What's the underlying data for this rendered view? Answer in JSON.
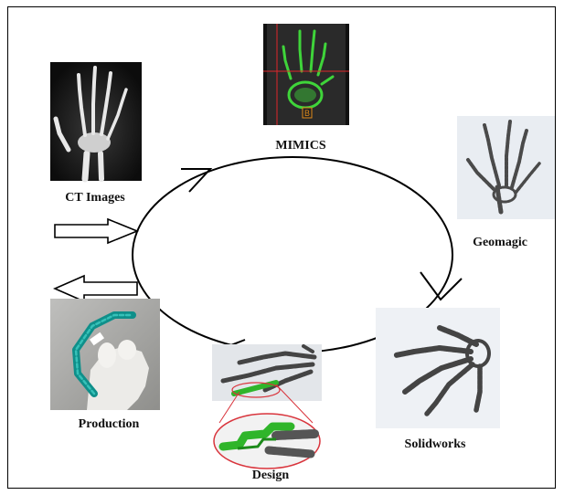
{
  "steps": {
    "ct": "CT Images",
    "mimics": "MIMICS",
    "geomagic": "Geomagic",
    "solidworks": "Solidworks",
    "design": "Design",
    "production": "Production"
  },
  "mimics_marker": "B",
  "colors": {
    "xray_bg": "#0c0c0c",
    "bone": "#e8e8e8",
    "segmentation_green": "#3fd43a",
    "mimics_crosshair": "#e0262b",
    "mesh_gray": "#4a4a4a",
    "cad_bg": "#e9edf2",
    "design_green": "#2fb52a",
    "detail_circle": "#d9343c",
    "brace_teal": "#0f8f8a"
  }
}
